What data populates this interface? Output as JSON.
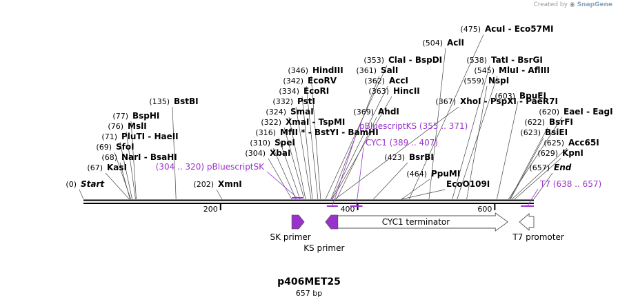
{
  "credit": {
    "prefix": "Created by",
    "brand": "SnapGene"
  },
  "plasmid": {
    "name": "p406MET25",
    "length_label": "657 bp",
    "start": 0,
    "end": 657
  },
  "colors": {
    "backbone": "#000000",
    "site": "#000000",
    "feature": "#9932CC",
    "primer": "#9932CC",
    "primer_label": "#9932CC",
    "promoter_fill": "#ffffff"
  },
  "ruler": {
    "ticks": [
      {
        "bp": 200,
        "label": "200"
      },
      {
        "bp": 400,
        "label": "400"
      },
      {
        "bp": 600,
        "label": "600"
      }
    ]
  },
  "sites": [
    {
      "pos": "(0)",
      "name": "Start",
      "bp": 0,
      "italic": true
    },
    {
      "pos": "(67)",
      "name": "KasI",
      "bp": 67
    },
    {
      "pos": "(68)",
      "name": "NarI  - BsaHI",
      "bp": 68
    },
    {
      "pos": "(69)",
      "name": "SfoI",
      "bp": 69
    },
    {
      "pos": "(71)",
      "name": "PluTI  - HaeII",
      "bp": 71
    },
    {
      "pos": "(76)",
      "name": "MslI",
      "bp": 76
    },
    {
      "pos": "(77)",
      "name": "BspHI",
      "bp": 77
    },
    {
      "pos": "(135)",
      "name": "BstBI",
      "bp": 135
    },
    {
      "pos": "(202)",
      "name": "XmnI",
      "bp": 202
    },
    {
      "pos": "(304)",
      "name": "XbaI",
      "bp": 304
    },
    {
      "pos": "(310)",
      "name": "SpeI",
      "bp": 310
    },
    {
      "pos": "(316)",
      "name": "MfII * - BstYI  - BamHI",
      "bp": 316
    },
    {
      "pos": "(322)",
      "name": "XmaI  - TspMI",
      "bp": 322
    },
    {
      "pos": "(324)",
      "name": "SmaI",
      "bp": 324
    },
    {
      "pos": "(332)",
      "name": "PstI",
      "bp": 332
    },
    {
      "pos": "(334)",
      "name": "EcoRI",
      "bp": 334
    },
    {
      "pos": "(342)",
      "name": "EcoRV",
      "bp": 342
    },
    {
      "pos": "(346)",
      "name": "HindIII",
      "bp": 346
    },
    {
      "pos": "(353)",
      "name": "ClaI  - BspDI",
      "bp": 353
    },
    {
      "pos": "(361)",
      "name": "SalI",
      "bp": 361
    },
    {
      "pos": "(362)",
      "name": "AccI",
      "bp": 362
    },
    {
      "pos": "(363)",
      "name": "HincII",
      "bp": 363
    },
    {
      "pos": "(367)",
      "name": "XhoI  - PspXI  - PaeR7I",
      "bp": 367
    },
    {
      "pos": "(369)",
      "name": "AhdI",
      "bp": 369
    },
    {
      "pos": "(423)",
      "name": "BsrBI",
      "bp": 423
    },
    {
      "pos": "(464)",
      "name": "PpuMI",
      "bp": 464
    },
    {
      "pos": "",
      "name": "EcoO109I",
      "bp": 464
    },
    {
      "pos": "(475)",
      "name": "AcuI  - Eco57MI",
      "bp": 475
    },
    {
      "pos": "(504)",
      "name": "AclI",
      "bp": 504
    },
    {
      "pos": "(538)",
      "name": "TatI  - BsrGI",
      "bp": 538
    },
    {
      "pos": "(545)",
      "name": "MluI  - AflIII",
      "bp": 545
    },
    {
      "pos": "(559)",
      "name": "NspI",
      "bp": 559
    },
    {
      "pos": "(603)",
      "name": "BpuEI",
      "bp": 603
    },
    {
      "pos": "(620)",
      "name": "EaeI  - EagI",
      "bp": 620
    },
    {
      "pos": "(622)",
      "name": "BsrFI",
      "bp": 622
    },
    {
      "pos": "(623)",
      "name": "BsiEI",
      "bp": 623
    },
    {
      "pos": "(625)",
      "name": "Acc65I",
      "bp": 625
    },
    {
      "pos": "(629)",
      "name": "KpnI",
      "bp": 629
    },
    {
      "pos": "(657)",
      "name": "End",
      "bp": 657,
      "italic": true
    }
  ],
  "features": [
    {
      "name": "pBluescriptSK",
      "range": "(304 .. 320)",
      "start": 304,
      "end": 320
    },
    {
      "name": "pBluescriptKS",
      "range": "(355 .. 371)",
      "start": 355,
      "end": 371
    },
    {
      "name": "CYC1",
      "range": "(389 .. 407)",
      "start": 389,
      "end": 407
    },
    {
      "name": "T7",
      "range": "(638 .. 657)",
      "start": 638,
      "end": 657
    }
  ],
  "annotations": [
    {
      "name": "SK primer",
      "type": "primer",
      "direction": "forward",
      "start": 304,
      "end": 320
    },
    {
      "name": "KS primer",
      "type": "primer",
      "direction": "reverse",
      "start": 355,
      "end": 371
    },
    {
      "name": "CYC1 terminator",
      "type": "terminator",
      "direction": "forward",
      "start": 371,
      "end": 619
    },
    {
      "name": "T7 promoter",
      "type": "promoter",
      "direction": "reverse",
      "start": 638,
      "end": 657
    }
  ]
}
